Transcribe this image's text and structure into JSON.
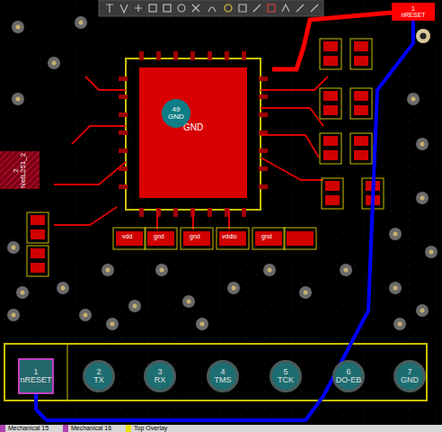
{
  "diagram": {
    "nodes": [
      {
        "text": [
          "1",
          "nRESET"
        ]
      },
      {
        "text": [
          "GND"
        ]
      },
      {
        "text": [
          "49",
          "GND"
        ],
        "in": 1
      },
      {
        "text": [
          "2",
          "NetL251_2"
        ]
      },
      {
        "text": [
          "1",
          "nRESET"
        ]
      },
      {
        "text": [
          "2",
          "TX"
        ]
      },
      {
        "text": [
          "3",
          "RX"
        ]
      },
      {
        "text": [
          "4",
          "TMS"
        ]
      },
      {
        "text": [
          "5",
          "TCK"
        ]
      },
      {
        "text": [
          "6",
          "DO-EB"
        ]
      },
      {
        "text": [
          "7",
          "GND"
        ]
      }
    ],
    "edges": [
      {
        "from": 4,
        "to": 0,
        "arrow": "none"
      }
    ],
    "labels": [
      "vdd",
      "gnd",
      "gnd",
      "vddio",
      "gnd",
      "Mechanical 15",
      "Mechanical 16",
      "Top Overlay"
    ]
  }
}
